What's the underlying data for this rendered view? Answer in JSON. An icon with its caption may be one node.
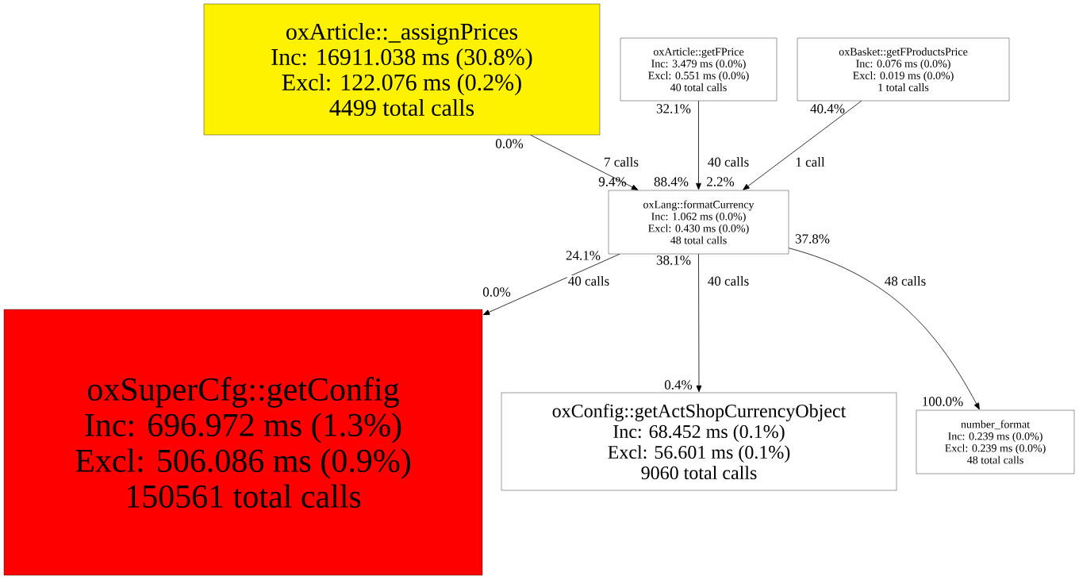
{
  "diagram": {
    "nodes": [
      {
        "text": [
          "oxArticle::_assignPrices",
          "Inc: 16911.038 ms (30.8%)",
          "Excl: 122.076 ms (0.2%)",
          "4499 total calls"
        ]
      },
      {
        "text": [
          "oxArticle::getFPrice",
          "Inc: 3.479 ms (0.0%)",
          "Excl: 0.551 ms (0.0%)",
          "40 total calls"
        ]
      },
      {
        "text": [
          "oxBasket::getFProductsPrice",
          "Inc: 0.076 ms (0.0%)",
          "Excl: 0.019 ms (0.0%)",
          "1 total calls"
        ]
      },
      {
        "text": [
          "oxLang::formatCurrency",
          "Inc: 1.062 ms (0.0%)",
          "Excl: 0.430 ms (0.0%)",
          "48 total calls"
        ]
      },
      {
        "text": [
          "oxSuperCfg::getConfig",
          "Inc: 696.972 ms (1.3%)",
          "Excl: 506.086 ms (0.9%)",
          "150561 total calls"
        ]
      },
      {
        "text": [
          "oxConfig::getActShopCurrencyObject",
          "Inc: 68.452 ms (0.1%)",
          "Excl: 56.601 ms (0.1%)",
          "9060 total calls"
        ]
      },
      {
        "text": [
          "number_format",
          "Inc: 0.239 ms (0.0%)",
          "Excl: 0.239 ms (0.0%)",
          "48 total calls"
        ]
      }
    ],
    "edges": [
      {
        "from": 0,
        "to": 3,
        "arrow": "to",
        "label": "7 calls"
      },
      {
        "from": 1,
        "to": 3,
        "arrow": "to",
        "label": "40 calls"
      },
      {
        "from": 2,
        "to": 3,
        "arrow": "to",
        "label": "1 call"
      },
      {
        "from": 3,
        "to": 4,
        "arrow": "to",
        "label": "40 calls"
      },
      {
        "from": 3,
        "to": 5,
        "arrow": "to",
        "label": "40 calls"
      },
      {
        "from": 3,
        "to": 6,
        "arrow": "to",
        "label": "48 calls"
      }
    ],
    "labels": [
      "0.0%",
      "32.1%",
      "40.4%",
      "9.4%",
      "88.4%",
      "2.2%",
      "37.8%",
      "24.1%",
      "38.1%",
      "0.0%",
      "0.4%",
      "100.0%"
    ]
  }
}
